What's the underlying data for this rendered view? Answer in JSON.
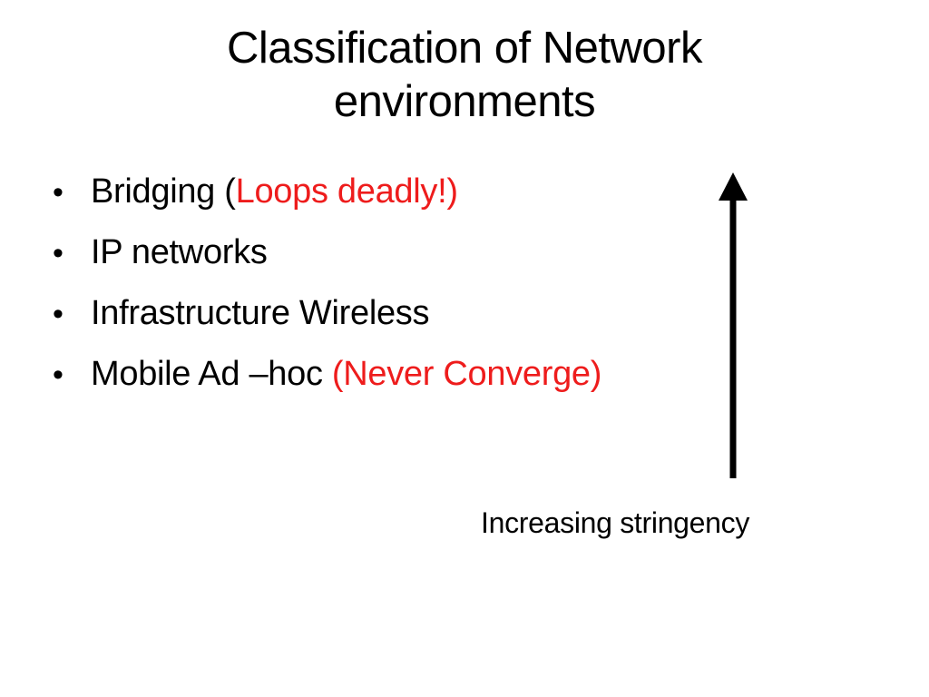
{
  "slide": {
    "title": "Classification of Network environments",
    "bullet_icon": "•",
    "bullets": [
      {
        "text": "Bridging (",
        "highlight": "Loops deadly!)"
      },
      {
        "text": "IP networks",
        "highlight": ""
      },
      {
        "text": "Infrastructure Wireless",
        "highlight": ""
      },
      {
        "text": "Mobile Ad –hoc ",
        "highlight": "(Never Converge)"
      }
    ],
    "arrow_label": "Increasing stringency",
    "colors": {
      "background": "#ffffff",
      "text": "#000000",
      "highlight_red": "#ee1c1c",
      "arrow": "#000000"
    }
  }
}
